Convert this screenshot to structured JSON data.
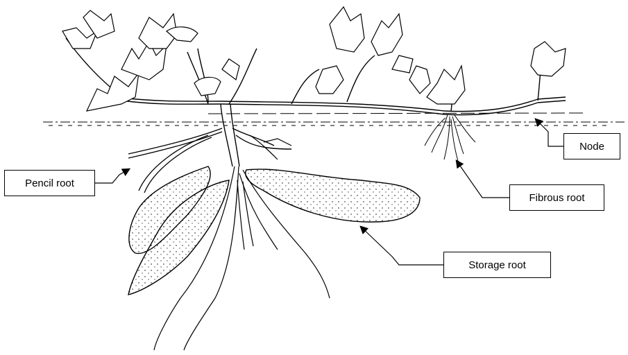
{
  "labels": {
    "node": "Node",
    "pencil_root": "Pencil root",
    "fibrous_root": "Fibrous root",
    "storage_root": "Storage root"
  },
  "colors": {
    "line": "#000000",
    "background": "#ffffff"
  }
}
